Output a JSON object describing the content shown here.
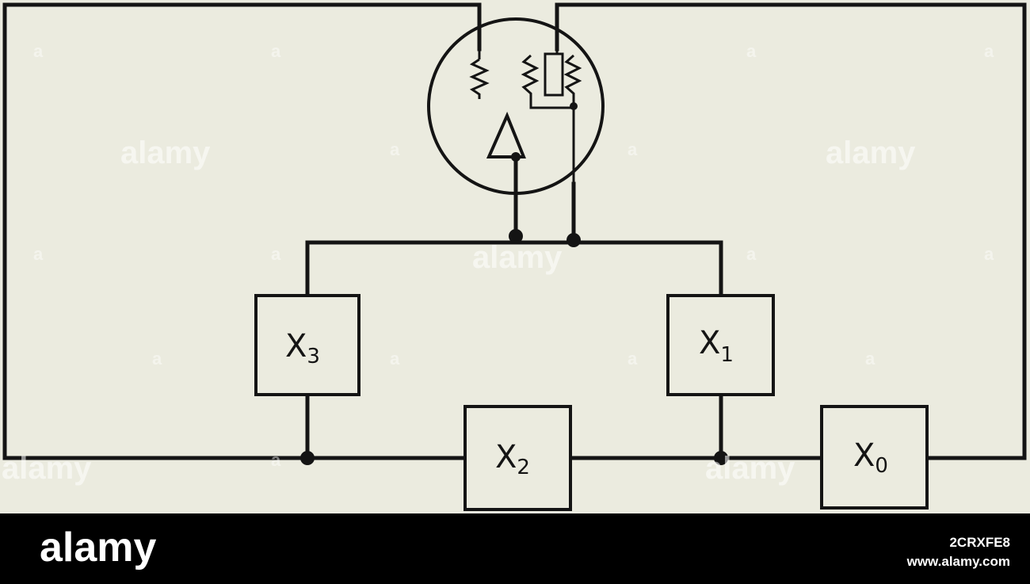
{
  "components": [
    {
      "id": "x3",
      "symbol": "X",
      "subscript": "3"
    },
    {
      "id": "x1",
      "symbol": "X",
      "subscript": "1"
    },
    {
      "id": "x2",
      "symbol": "X",
      "subscript": "2"
    },
    {
      "id": "x0",
      "symbol": "X",
      "subscript": "0"
    }
  ],
  "colors": {
    "paper": "#ebebdf",
    "ink": "#141414",
    "bar": "#000000"
  },
  "watermark": {
    "word": "alamy",
    "mark": "a"
  },
  "footer": {
    "logo": "alamy",
    "image_id": "2CRXFE8",
    "site": "www.alamy.com"
  }
}
